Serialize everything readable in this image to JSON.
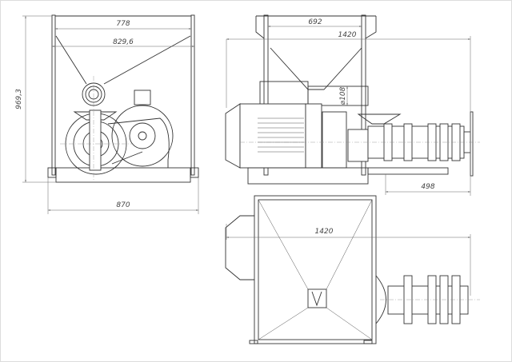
{
  "drawing": {
    "front_view": {
      "dims": {
        "top_width": "778",
        "hopper_width": "829,6",
        "height": "969,3",
        "base_width": "870"
      }
    },
    "side_view": {
      "dims": {
        "frame_width": "692",
        "overall_length": "1420",
        "inlet_diameter": "⌀108",
        "barrel_length": "498"
      }
    },
    "top_view": {
      "dims": {
        "overall_length": "1420"
      }
    }
  }
}
